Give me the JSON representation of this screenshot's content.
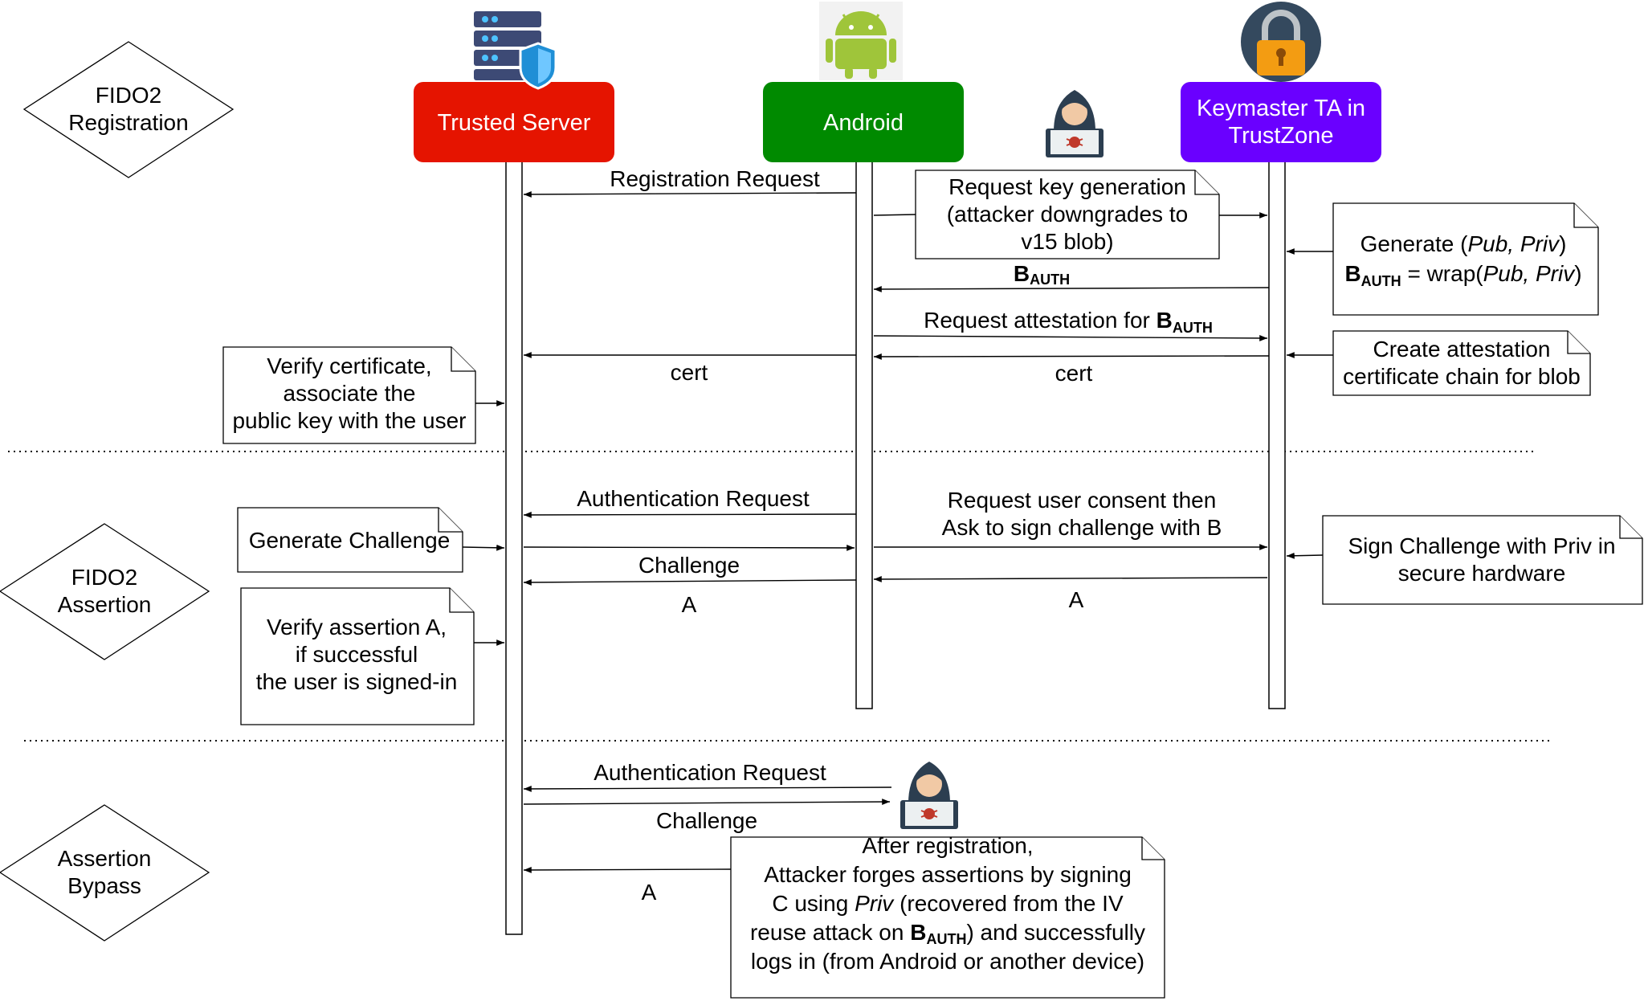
{
  "phases": {
    "registration": "FIDO2\nRegistration",
    "assertion": "FIDO2\nAssertion",
    "bypass": "Assertion\nBypass"
  },
  "participants": {
    "server": {
      "label": "Trusted Server",
      "color": "#e51400",
      "icon": "server-shield-icon"
    },
    "android": {
      "label": "Android",
      "color": "#008a00",
      "icon": "android-robot-icon"
    },
    "keymaster": {
      "label": "Keymaster TA in\nTrustZone",
      "color": "#6a00ff",
      "icon": "padlock-icon"
    }
  },
  "messages": {
    "reg_request": "Registration Request",
    "bauth_main": "B",
    "bauth_sub": "AUTH",
    "req_attest": "Request attestation for ",
    "req_attest_b": "B",
    "req_attest_sub": "AUTH",
    "cert_server": "cert",
    "cert_android": "cert",
    "auth_request": "Authentication Request",
    "consent": "Request user consent then\nAsk to sign challenge with B",
    "challenge": "Challenge",
    "a_server": "A",
    "a_android": "A",
    "bypass_auth_request": "Authentication Request",
    "bypass_challenge": "Challenge",
    "bypass_a": "A"
  },
  "notes": {
    "keygen": "Request key generation\n(attacker downgrades to\nv15 blob)",
    "generate_line1_a": "Generate (",
    "generate_line1_pub": "Pub, Priv",
    "generate_line1_b": ")",
    "generate_line2_b": "B",
    "generate_line2_sub": "AUTH",
    "generate_line2_eq": " = wrap(",
    "generate_line2_pub": "Pub, Priv",
    "generate_line2_end": ")",
    "attestation": "Create attestation\ncertificate chain for blob",
    "verify_cert": "Verify certificate,\nassociate the\npublic key with the user",
    "generate_challenge": "Generate Challenge",
    "verify_assertion": "Verify assertion A,\nif successful\nthe user is signed-in",
    "sign_challenge": "Sign Challenge with Priv in\nsecure hardware",
    "attacker_line1": "After registration,",
    "attacker_line2": "Attacker forges assertions by signing",
    "attacker_line3a": "C using ",
    "attacker_line3b": "Priv",
    "attacker_line3c": " (recovered from the IV",
    "attacker_line4a": "reuse attack on ",
    "attacker_line4b": "B",
    "attacker_line4c": "AUTH",
    "attacker_line4d": ") and successfully",
    "attacker_line5": "logs in (from Android or another device)"
  },
  "icons": [
    "server-shield-icon",
    "android-robot-icon",
    "padlock-icon",
    "hacker-icon"
  ]
}
